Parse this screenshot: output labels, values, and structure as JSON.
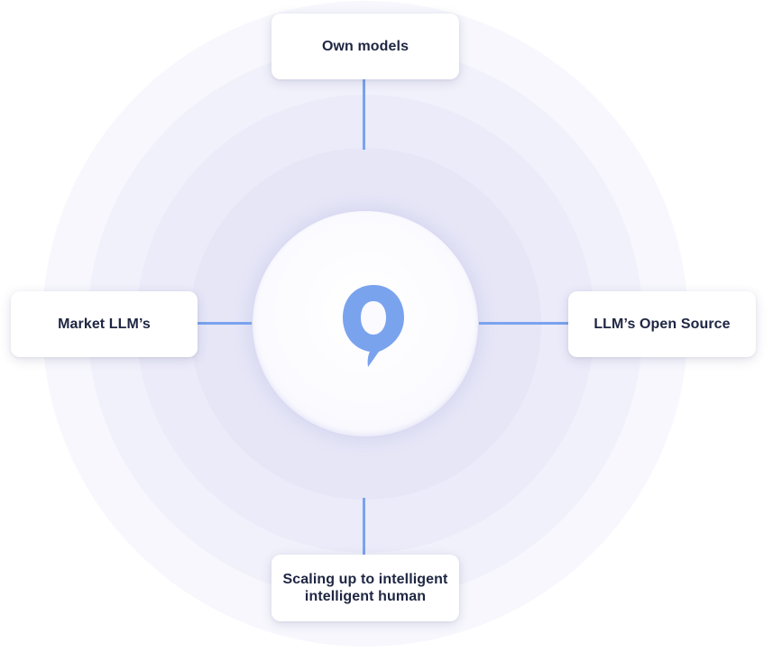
{
  "diagram": {
    "nodes": {
      "top": {
        "label": "Own models"
      },
      "left": {
        "label": "Market LLM’s"
      },
      "right": {
        "label": "LLM’s Open Source"
      },
      "bottom": {
        "label": "Scaling up to intelligent intelligent human"
      }
    },
    "center": {
      "icon": "speech-bubble-logo-icon"
    }
  },
  "colors": {
    "accent": "#7aa3ee",
    "ring_light": "#f7f7fd",
    "ring_dark": "#e6e6f7",
    "text": "#1e2642"
  }
}
